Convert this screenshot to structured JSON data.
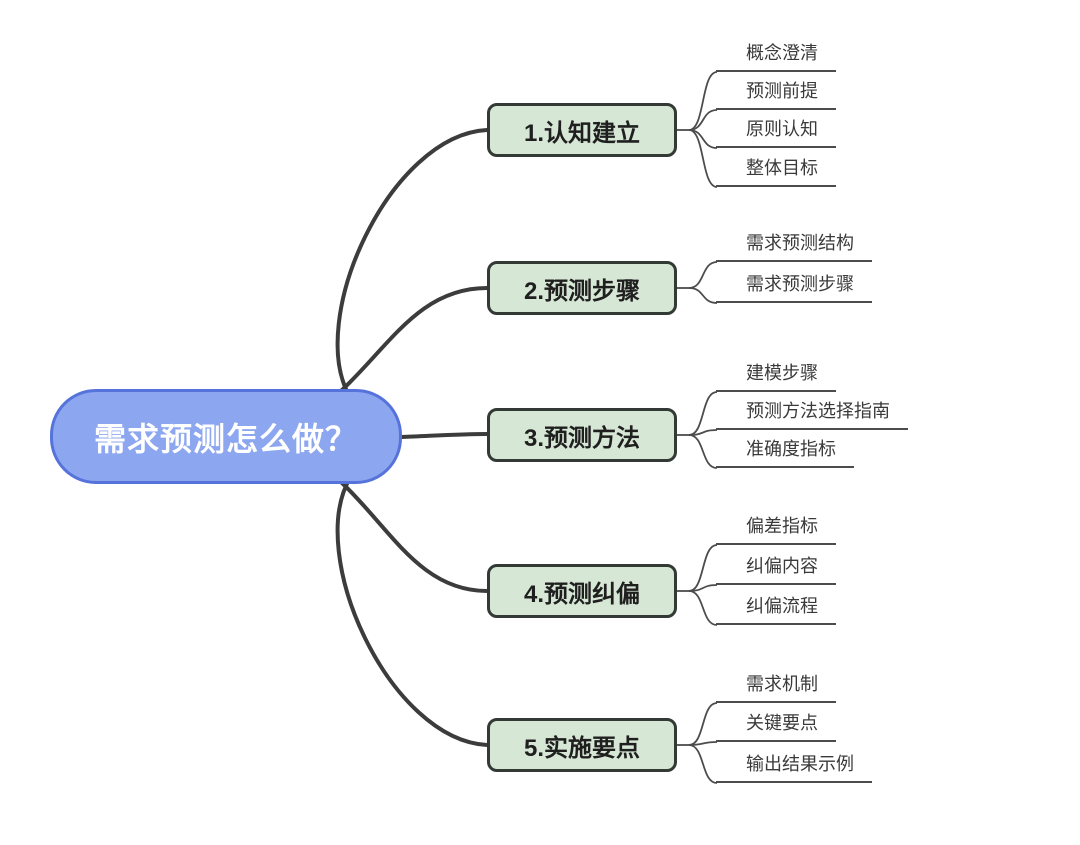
{
  "mindmap": {
    "root": "需求预测怎么做？",
    "branches": [
      {
        "label": "1.认知建立",
        "children": [
          "概念澄清",
          "预测前提",
          "原则认知",
          "整体目标"
        ]
      },
      {
        "label": "2.预测步骤",
        "children": [
          "需求预测结构",
          "需求预测步骤"
        ]
      },
      {
        "label": "3.预测方法",
        "children": [
          "建模步骤",
          "预测方法选择指南",
          "准确度指标"
        ]
      },
      {
        "label": "4.预测纠偏",
        "children": [
          "偏差指标",
          "纠偏内容",
          "纠偏流程"
        ]
      },
      {
        "label": "5.实施要点",
        "children": [
          "需求机制",
          "关键要点",
          "输出结果示例"
        ]
      }
    ]
  },
  "colors": {
    "background": "#ffffff",
    "root_fill": "#8ca6f0",
    "root_border": "#5673dc",
    "root_text": "#ffffff",
    "branch_fill": "#d7e7d5",
    "branch_border": "#333a35",
    "branch_text": "#1f1f1f",
    "connector": "#3c3c3c",
    "leaf_line": "#4c4c4c",
    "leaf_text": "#3a3a3a"
  }
}
